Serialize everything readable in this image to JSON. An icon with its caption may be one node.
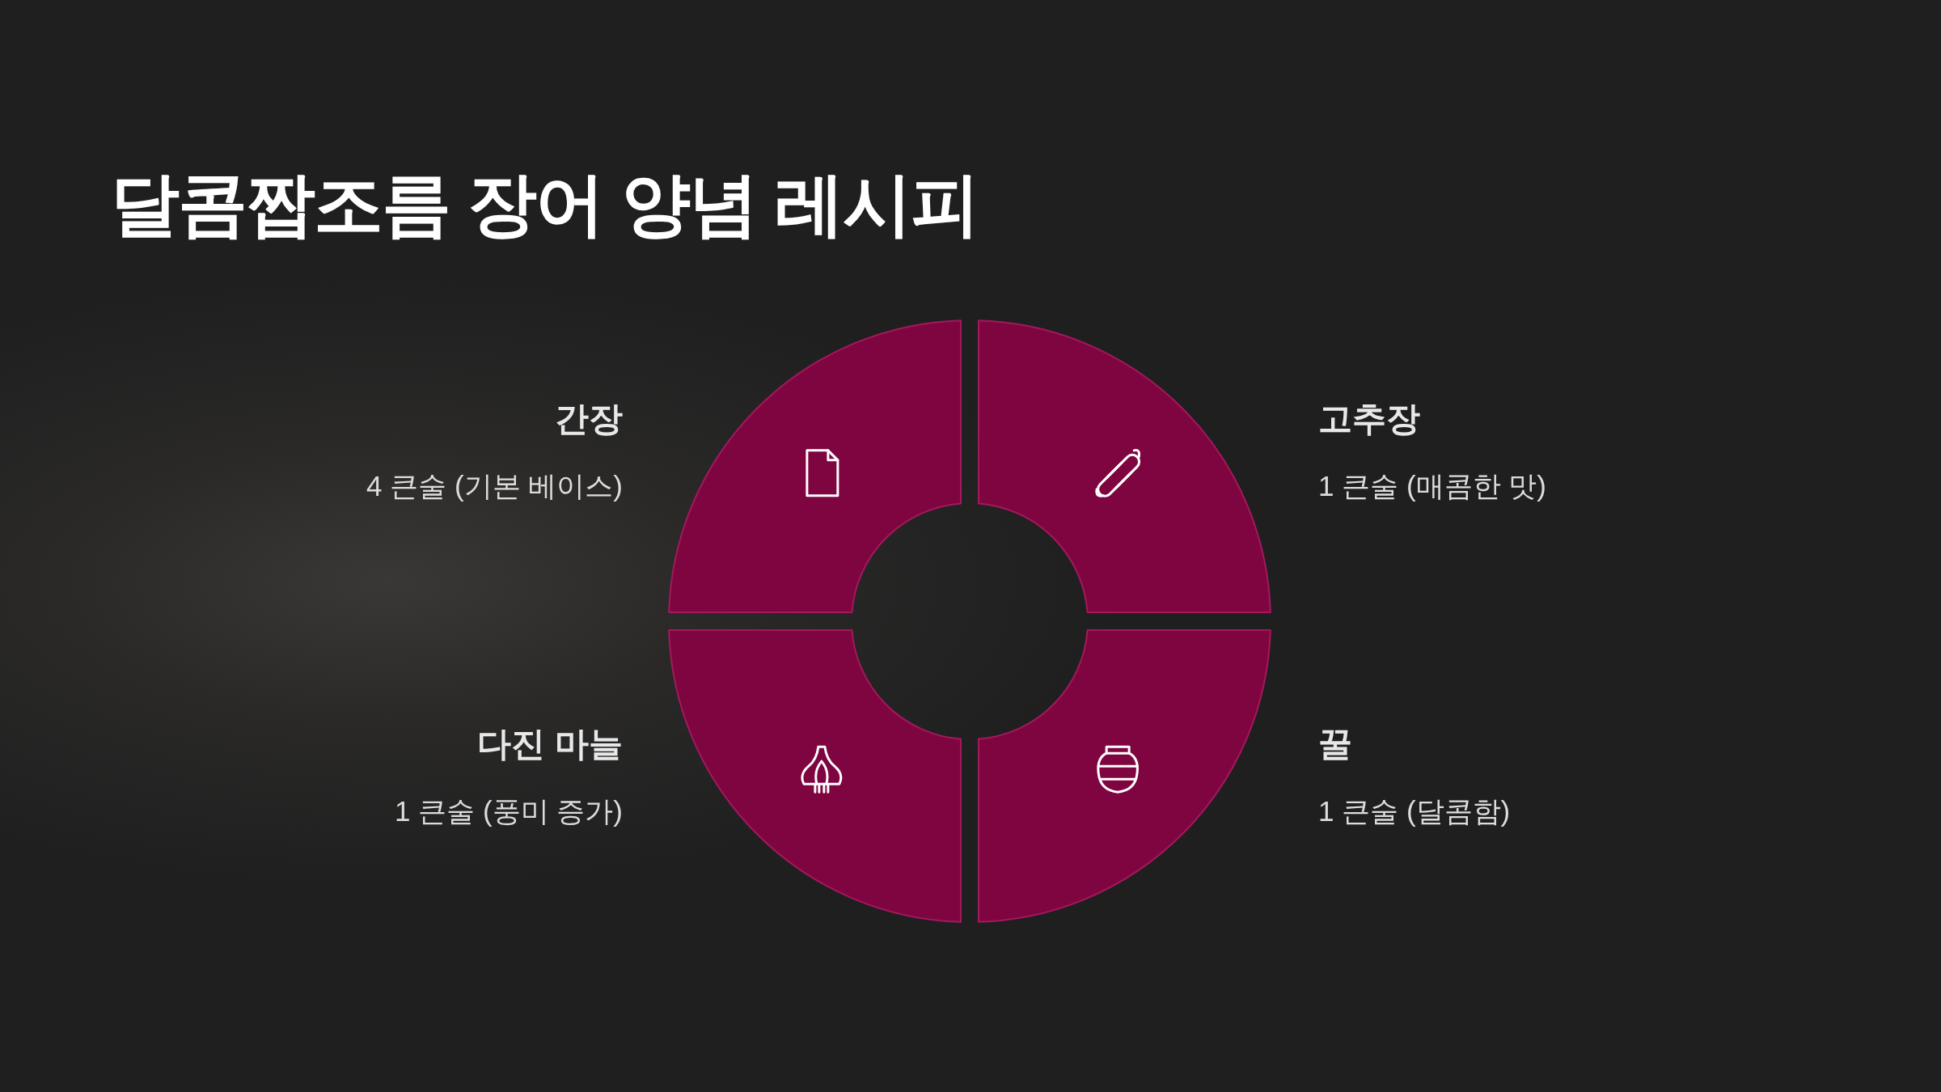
{
  "diagram": {
    "title": "달콤짭조름 장어 양념 레시피",
    "nodes": [
      {
        "text": [],
        "shape": "quadrant",
        "beside": [
          "간장",
          "4 큰술 (기본 베이스)"
        ]
      },
      {
        "text": [],
        "shape": "quadrant",
        "beside": [
          "고추장",
          "1 큰술 (매콤한 맛)"
        ]
      },
      {
        "text": [],
        "shape": "quadrant",
        "beside": [
          "다진 마늘",
          "1 큰술 (풍미 증가)"
        ]
      },
      {
        "text": [],
        "shape": "quadrant",
        "beside": [
          "꿀",
          "1 큰술 (달콤함)"
        ]
      }
    ],
    "edges": []
  }
}
